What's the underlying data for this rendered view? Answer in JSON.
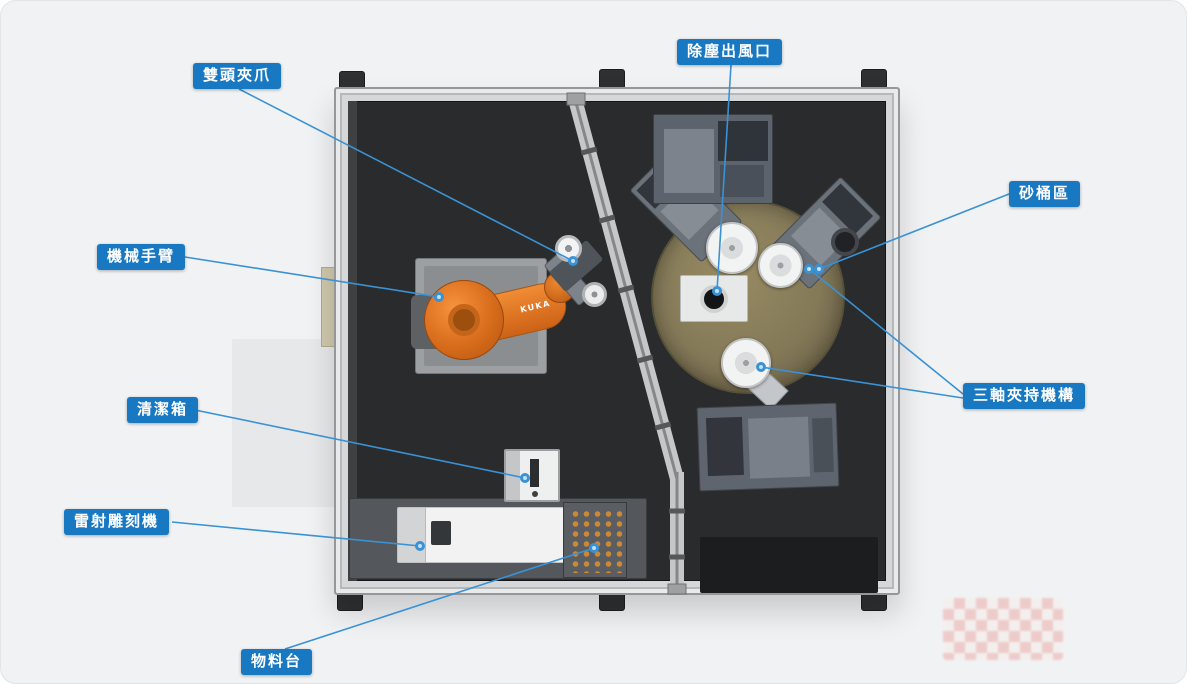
{
  "theme": {
    "background": "#f1f2f4",
    "floor": "#2a2b2d",
    "label_bg": "#1878c2",
    "label_text": "#ffffff",
    "line_color": "#3a92d4",
    "robot_orange": "#e07427",
    "disc_tan": "#847958"
  },
  "robot": {
    "brand": "KUKA"
  },
  "labels": [
    {
      "id": "dual-head-gripper",
      "text": "雙頭夾爪"
    },
    {
      "id": "dust-outlet",
      "text": "除塵出風口"
    },
    {
      "id": "sand-bucket-area",
      "text": "砂桶區"
    },
    {
      "id": "robot-arm",
      "text": "機械手臂"
    },
    {
      "id": "three-axis-clamp",
      "text": "三軸夾持機構"
    },
    {
      "id": "cleaning-box",
      "text": "清潔箱"
    },
    {
      "id": "laser-engraver",
      "text": "雷射雕刻機"
    },
    {
      "id": "material-table",
      "text": "物料台"
    }
  ]
}
